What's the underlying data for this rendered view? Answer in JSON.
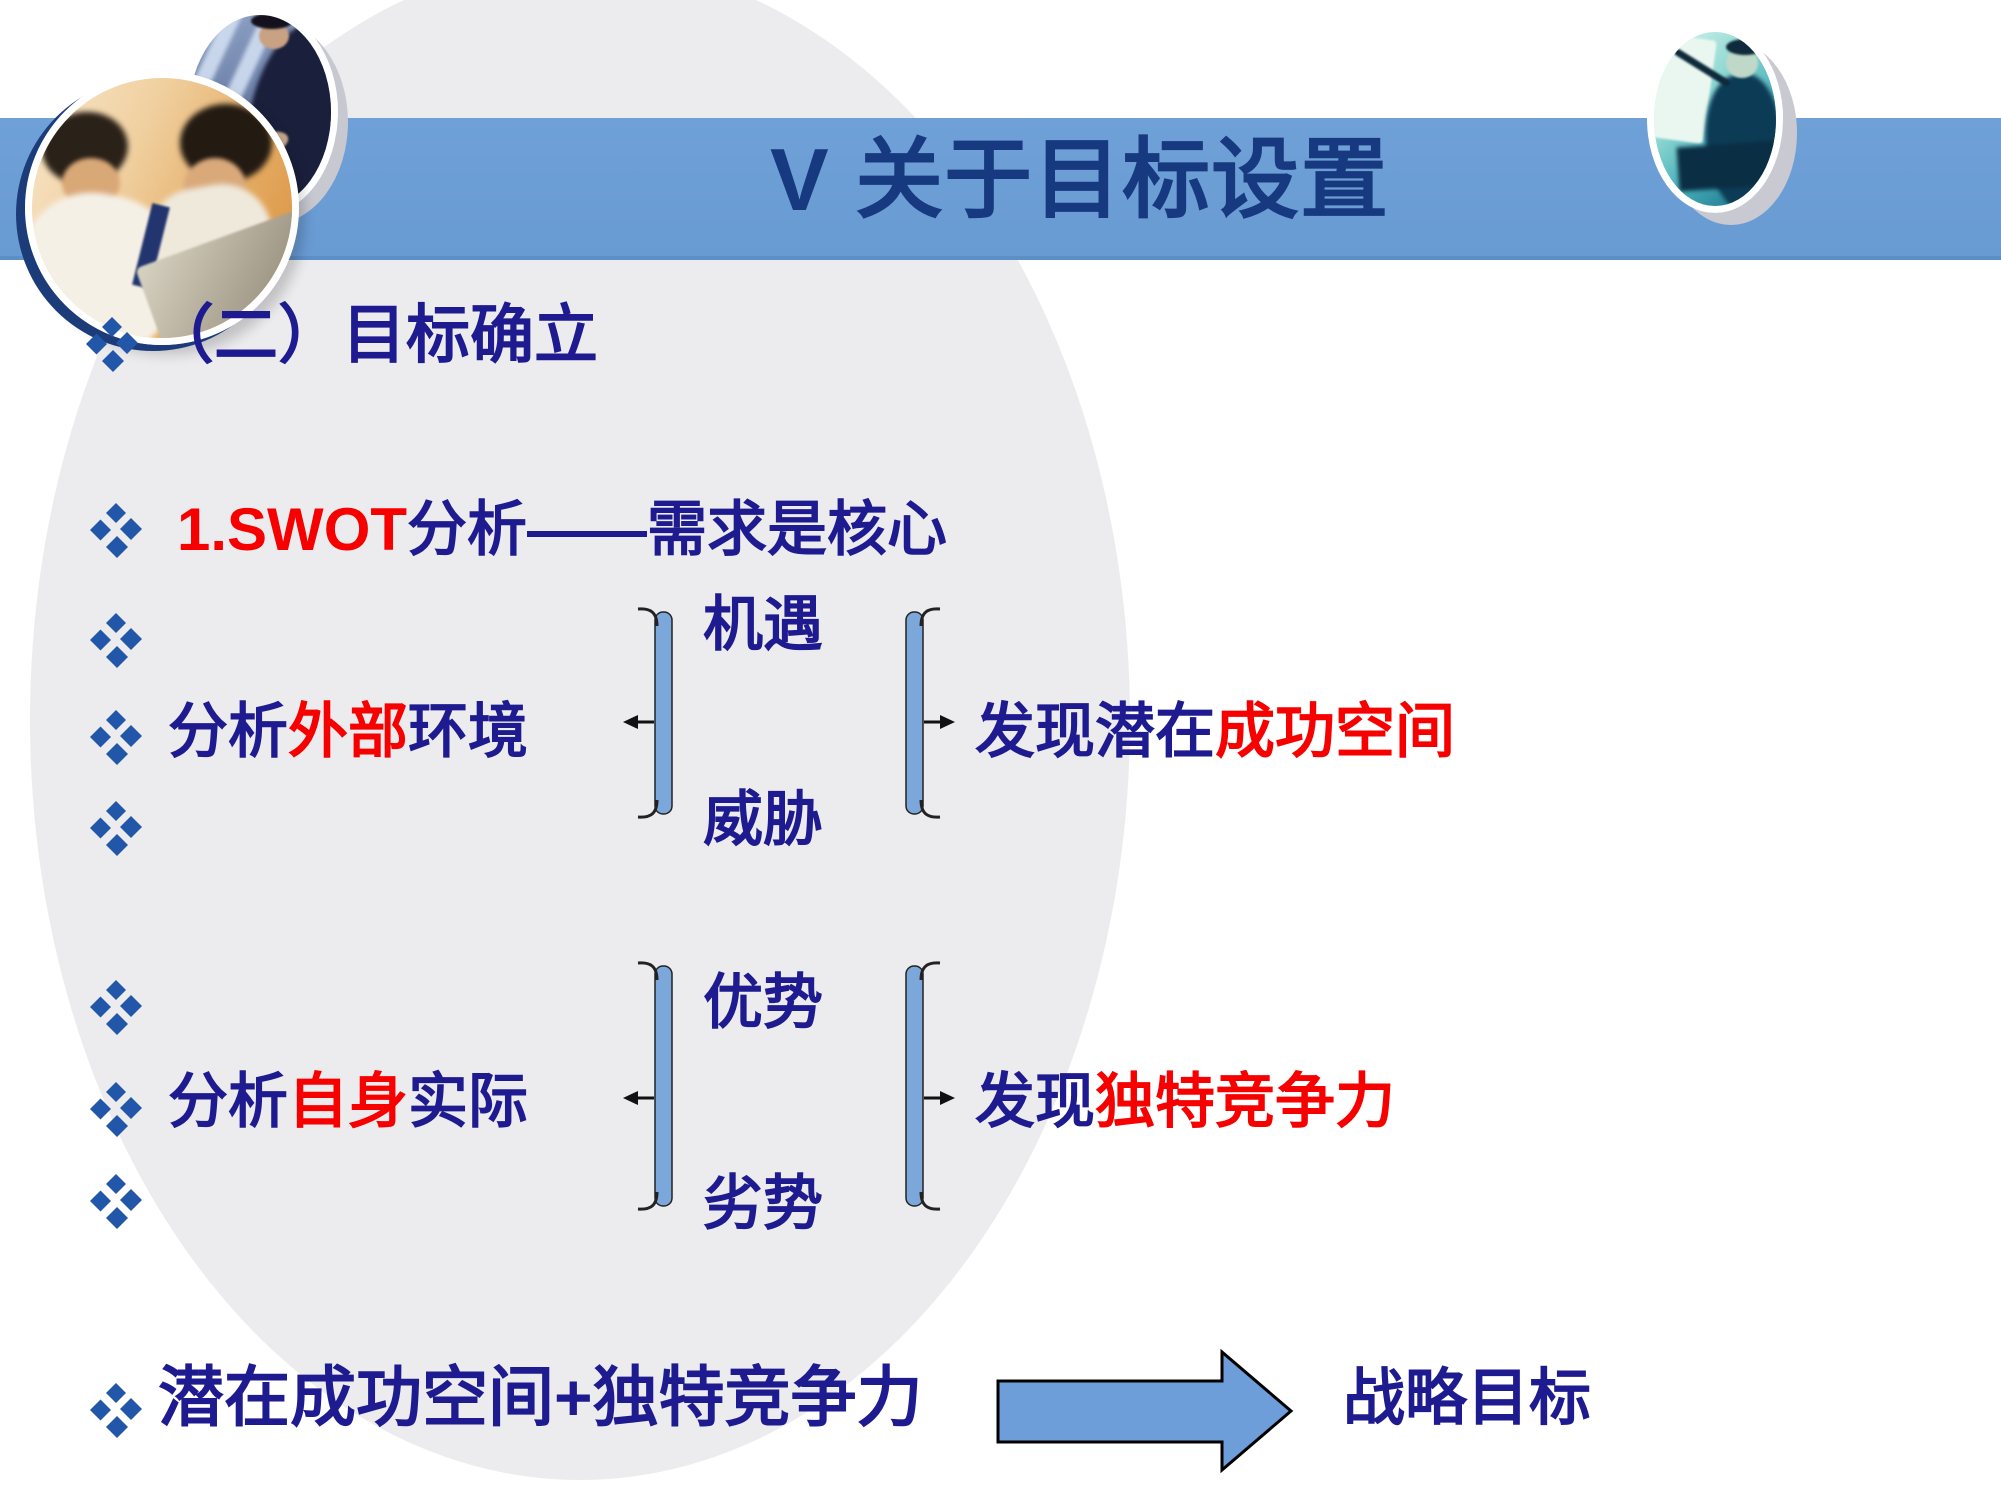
{
  "title": "V 关于目标设置",
  "heading": "（二）目标确立",
  "swot": {
    "red": "1.SWOT",
    "rest": "分析——需求是核心"
  },
  "opportunity": "机遇",
  "threat": "威胁",
  "strength": "优势",
  "weakness": "劣势",
  "external_row": {
    "pre": "分析",
    "red": "外部",
    "post": "环境"
  },
  "self_row": {
    "pre": "分析",
    "red": "自身",
    "post": "实际"
  },
  "discover_space": {
    "pre": "发现潜在",
    "red": "成功空间"
  },
  "discover_advantage": {
    "pre": "发现",
    "red": "独特竞争力"
  },
  "formula": "潜在成功空间+独特竞争力",
  "goal": "战略目标",
  "photos": {
    "left_large": "team-working-at-computer-photo",
    "left_small": "business-handshake-photo",
    "right": "presenter-pointing-chart-photo"
  },
  "colors": {
    "band_blue": "#699BD3",
    "title_navy": "#17397F",
    "body_navy": "#1E1A8F",
    "accent_red": "#F60000",
    "bullet_blue": "#2156A8",
    "bracket_fill": "#7CA7DB",
    "arrow_fill": "#6D9ED9",
    "ellipse_gray": "#ECECEF"
  }
}
